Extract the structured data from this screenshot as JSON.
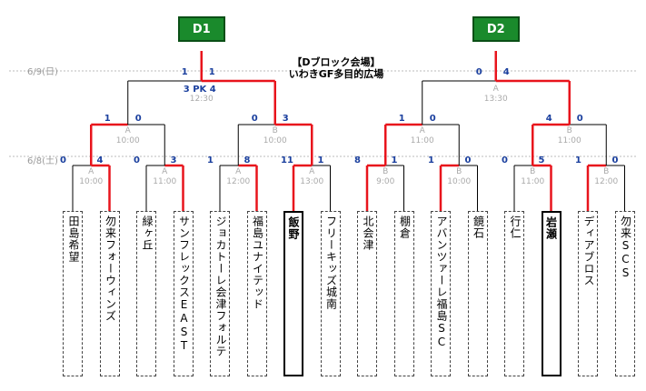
{
  "title_line1": "【Dブロック会場】",
  "title_line2": "いわきGF多目的広場",
  "dates": {
    "day2": "6/9(日)",
    "day1": "6/8(土)"
  },
  "blocks": [
    {
      "label": "D1",
      "final_time": "12:30",
      "final_scores": [
        "1",
        "1"
      ],
      "pk": "3 PK 4",
      "semis": [
        {
          "name": "A",
          "time": "10:00",
          "scores": [
            "1",
            "0"
          ]
        },
        {
          "name": "B",
          "time": "10:00",
          "scores": [
            "0",
            "3"
          ]
        }
      ],
      "r1": [
        {
          "name": "A",
          "time": "10:00",
          "scores": [
            "0",
            "4"
          ]
        },
        {
          "name": "A",
          "time": "11:00",
          "scores": [
            "0",
            "3"
          ]
        },
        {
          "name": "A",
          "time": "12:00",
          "scores": [
            "1",
            "8"
          ]
        },
        {
          "name": "A",
          "time": "13:00",
          "scores": [
            "11",
            "1"
          ]
        }
      ]
    },
    {
      "label": "D2",
      "final_time": "13:30",
      "final_scores": [
        "0",
        "4"
      ],
      "pk": "",
      "semis": [
        {
          "name": "A",
          "time": "11:00",
          "scores": [
            "1",
            "0"
          ]
        },
        {
          "name": "B",
          "time": "11:00",
          "scores": [
            "4",
            "0"
          ]
        }
      ],
      "r1": [
        {
          "name": "B",
          "time": "9:00",
          "scores": [
            "8",
            "1"
          ]
        },
        {
          "name": "B",
          "time": "10:00",
          "scores": [
            "1",
            "0"
          ]
        },
        {
          "name": "B",
          "time": "11:00",
          "scores": [
            "0",
            "5"
          ]
        },
        {
          "name": "B",
          "time": "12:00",
          "scores": [
            "1",
            "0"
          ]
        }
      ]
    }
  ],
  "final_label": "A",
  "teams": [
    "田島希望",
    "勿来フォーウィンズ",
    "緑ヶ丘",
    "サンフレックスEAST",
    "ジョカトーレ会津フォルテ",
    "福島ユナイテッド",
    "飯野",
    "フリーキッズ城南",
    "北会津",
    "棚倉",
    "アバンツァーレ福島SC",
    "鏡石",
    "行仁",
    "岩瀬",
    "ディアブロス",
    "勿来SCS"
  ],
  "block_winners": [
    6,
    13
  ],
  "colors": {
    "win": "#e8141c",
    "line": "#000000",
    "accent": "#1a8a2c"
  }
}
